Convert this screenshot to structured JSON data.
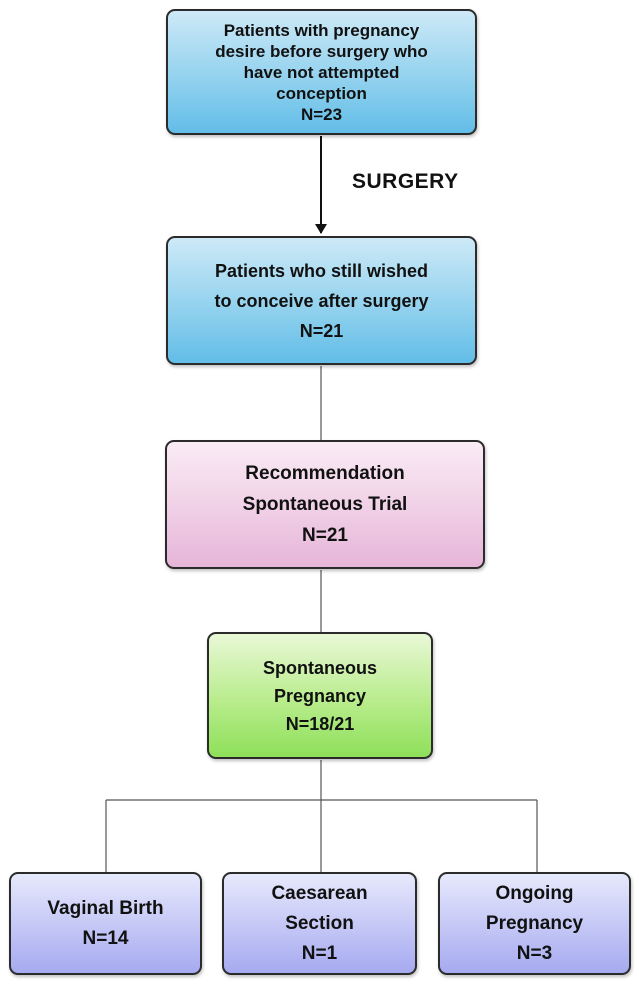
{
  "flow": {
    "start": {
      "lines": [
        "Patients with pregnancy",
        "desire before  surgery who",
        "have not attempted",
        "conception",
        "N=23"
      ]
    },
    "arrow_label": "SURGERY",
    "after_surgery": {
      "lines": [
        "Patients who still wished",
        "to conceive after surgery",
        "N=21"
      ]
    },
    "recommendation": {
      "lines": [
        "Recommendation",
        "Spontaneous Trial",
        "N=21"
      ]
    },
    "spontaneous": {
      "lines": [
        "Spontaneous",
        "Pregnancy",
        "N=18/21"
      ]
    },
    "outcomes": [
      {
        "lines": [
          "Vaginal Birth",
          "N=14"
        ]
      },
      {
        "lines": [
          "Caesarean",
          "Section",
          "N=1"
        ]
      },
      {
        "lines": [
          "Ongoing",
          "Pregnancy",
          "N=3"
        ]
      }
    ]
  },
  "colors": {
    "blue": "#93d2ee",
    "pink": "#f0cfe6",
    "green": "#b8ec8c",
    "purple": "#c3c6f5",
    "connector": "#555555",
    "arrow": "#111111"
  }
}
